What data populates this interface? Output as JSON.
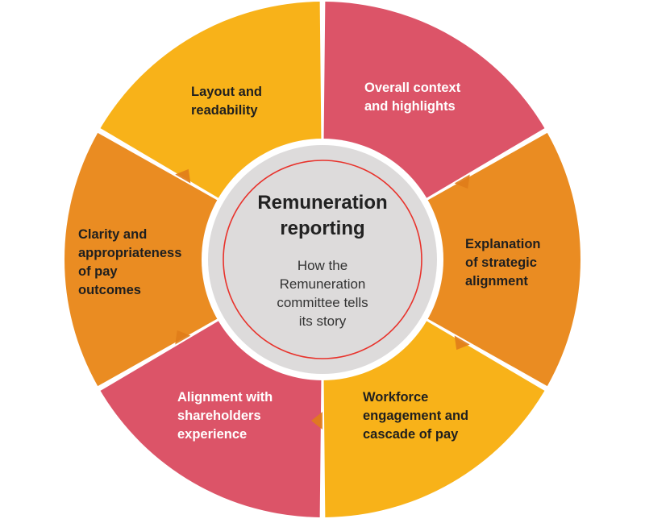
{
  "center": {
    "title": "Remuneration\nreporting",
    "subtitle": "How the\nRemuneration\ncommittee tells\nits story"
  },
  "segments": [
    {
      "label": "Overall context\nand highlights",
      "color": "#DC5468",
      "text_color": "#FFFFFF"
    },
    {
      "label": "Explanation\nof strategic\nalignment",
      "color": "#EA8C22",
      "text_color": "#1F1F1F"
    },
    {
      "label": "Workforce\nengagement and\ncascade of pay",
      "color": "#F8B219",
      "text_color": "#1F1F1F"
    },
    {
      "label": "Alignment with\nshareholders\nexperience",
      "color": "#DC5468",
      "text_color": "#FFFFFF"
    },
    {
      "label": "Clarity and\nappropriateness\nof pay\noutcomes",
      "color": "#EA8C22",
      "text_color": "#1F1F1F"
    },
    {
      "label": "Layout and\nreadability",
      "color": "#F8B219",
      "text_color": "#1F1F1F"
    }
  ],
  "colors": {
    "center_fill": "#DDDBDB",
    "center_ring": "#E8322B",
    "arrow": "#E07C1A",
    "background": "#FFFFFF"
  }
}
